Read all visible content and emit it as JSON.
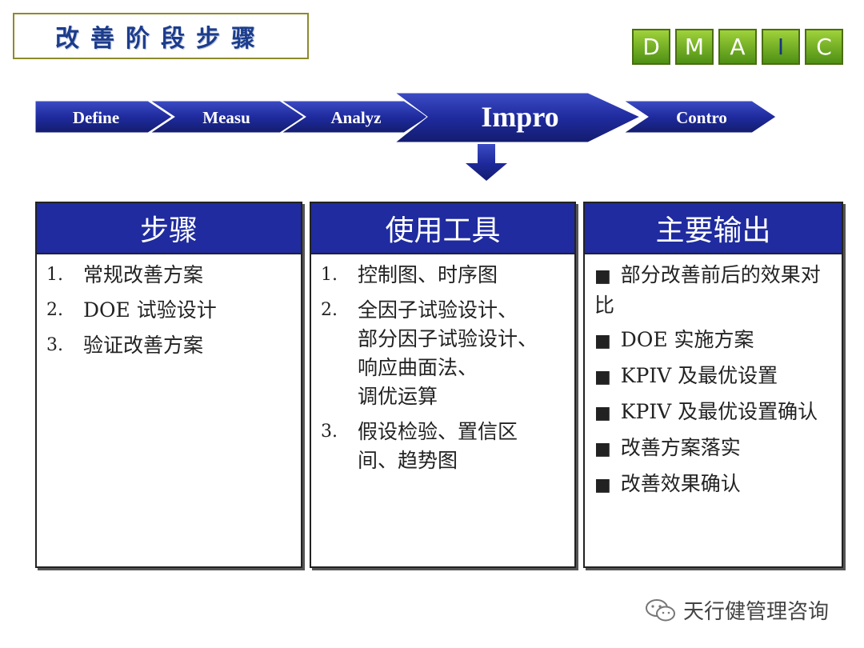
{
  "title": "改善阶段步骤",
  "dmaic": [
    "D",
    "M",
    "A",
    "I",
    "C"
  ],
  "dmaic_active": "I",
  "phases": {
    "define": "Define",
    "measure": "Measu",
    "analyze": "Analyz",
    "improve": "Impro",
    "control": "Contro"
  },
  "colors": {
    "navy": "#1f2b9e",
    "green": "#6fb423",
    "title_blue": "#1c3c8c"
  },
  "columns": [
    {
      "header": "步骤",
      "items": [
        {
          "n": "1.",
          "text": "常规改善方案"
        },
        {
          "n": "2.",
          "text": "DOE 试验设计"
        },
        {
          "n": "3.",
          "text": "验证改善方案"
        }
      ]
    },
    {
      "header": "使用工具",
      "items": [
        {
          "n": "1.",
          "text": "控制图、时序图"
        },
        {
          "n": "2.",
          "text": "全因子试验设计、\n部分因子试验设计、\n响应曲面法、\n调优运算"
        },
        {
          "n": "3.",
          "text": "假设检验、置信区\n间、趋势图"
        }
      ]
    },
    {
      "header": "主要输出",
      "items": [
        {
          "b": "■",
          "text": "部分改善前后的效果对比"
        },
        {
          "b": "■",
          "text": "DOE 实施方案"
        },
        {
          "b": "■",
          "text": "KPIV 及最优设置"
        },
        {
          "b": "■",
          "text": "KPIV 及最优设置确认"
        },
        {
          "b": "■",
          "text": "改善方案落实"
        },
        {
          "b": "■",
          "text": "改善效果确认"
        }
      ]
    }
  ],
  "watermark": "天行健管理咨询"
}
